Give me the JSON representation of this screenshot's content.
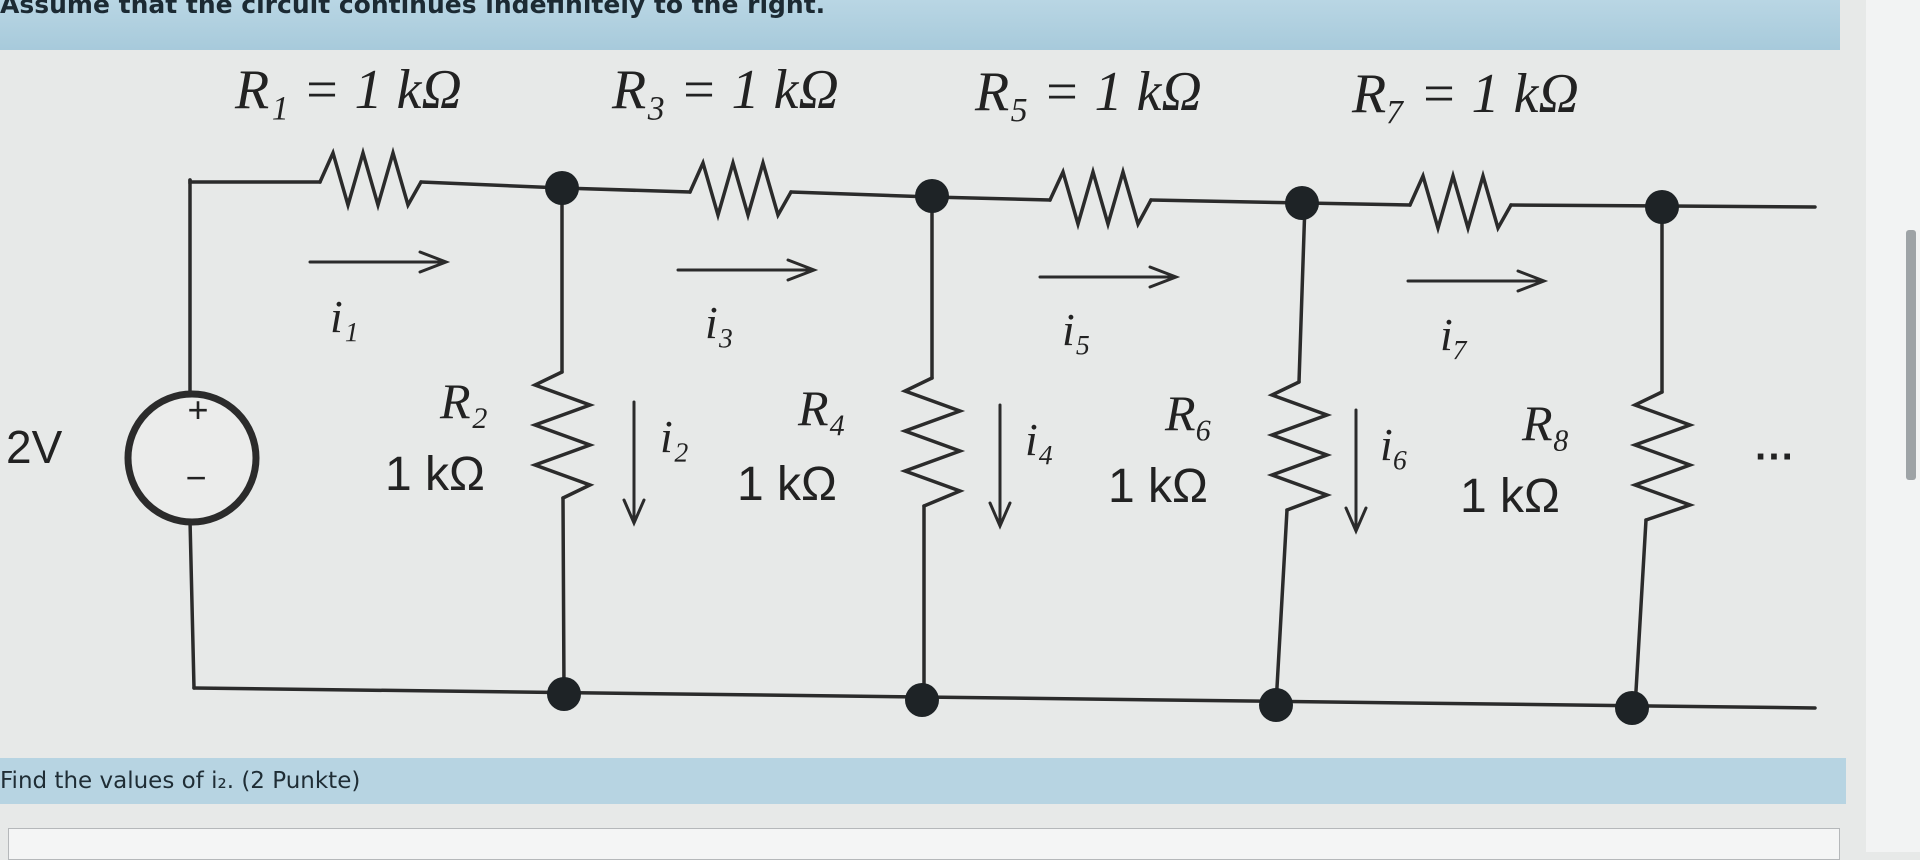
{
  "header": {
    "text": "Assume that the circuit continues indefinitely to the right."
  },
  "source": {
    "label": "2V",
    "plus": "+",
    "minus": "−"
  },
  "series_resistors": [
    {
      "label": "R₁ = 1 kΩ",
      "current": "i₁"
    },
    {
      "label": "R₃ = 1 kΩ",
      "current": "i₃"
    },
    {
      "label": "R₅ = 1 kΩ",
      "current": "i₅"
    },
    {
      "label": "R₇ = 1 kΩ",
      "current": "i₇"
    }
  ],
  "shunt_resistors": [
    {
      "name": "R₂",
      "value": "1 kΩ",
      "current": "i₂"
    },
    {
      "name": "R₄",
      "value": "1 kΩ",
      "current": "i₄"
    },
    {
      "name": "R₆",
      "value": "1 kΩ",
      "current": "i₆"
    },
    {
      "name": "R₈",
      "value": "1 kΩ"
    }
  ],
  "continuation": "···",
  "question": {
    "text": "Find the values of i₂. (2 Punkte)"
  },
  "colors": {
    "wire": "#2b2b2b",
    "node": "#1e2326",
    "banner": "#b0d0e0"
  }
}
